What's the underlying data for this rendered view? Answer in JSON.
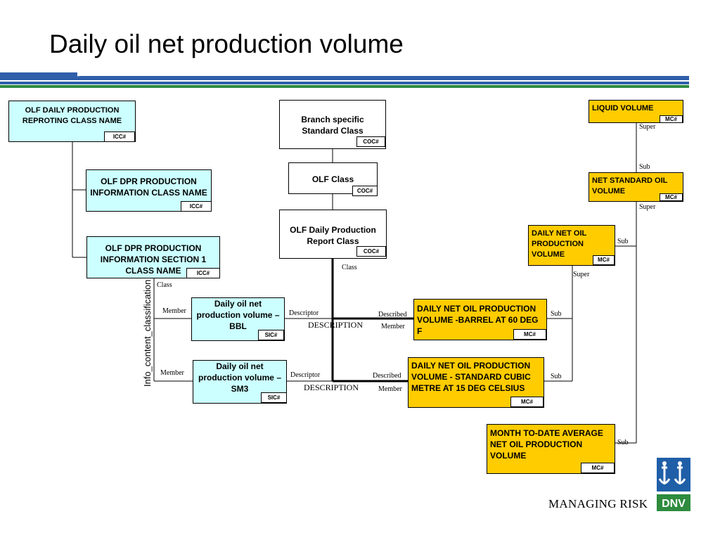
{
  "title": "Daily oil net production volume",
  "brand": {
    "tagline": "MANAGING RISK",
    "logo_text": "DNV"
  },
  "boxes": {
    "olf_daily": {
      "text": "OLF DAILY PRODUCTION REPROTING CLASS NAME",
      "tag": "ICC#"
    },
    "dpr_info": {
      "text": "OLF DPR PRODUCTION INFORMATION CLASS NAME",
      "tag": "ICC#"
    },
    "dpr_section": {
      "text": "OLF DPR PRODUCTION INFORMATION SECTION 1 CLASS NAME",
      "tag": "ICC#"
    },
    "branch": {
      "text": "Branch specific Standard Class",
      "tag": "COC#"
    },
    "olf_class": {
      "text": "OLF Class",
      "tag": "COC#"
    },
    "olf_dpr_class": {
      "text": "OLF Daily Production Report Class",
      "tag": "COC#"
    },
    "bbl": {
      "text": "Daily oil net production volume – BBL",
      "tag": "SIC#"
    },
    "sm3": {
      "text": "Daily oil net production volume – SM3",
      "tag": "SIC#"
    },
    "liquid": {
      "text": "LIQUID VOLUME",
      "tag": "MC#"
    },
    "net_std": {
      "text": "NET STANDARD OIL VOLUME",
      "tag": "MC#"
    },
    "daily_net": {
      "text": "DAILY NET OIL PRODUCTION VOLUME",
      "tag": "MC#"
    },
    "barrel": {
      "text": "DAILY NET OIL PRODUCTION VOLUME -BARREL AT 60 DEG F",
      "tag": "MC#"
    },
    "cubic": {
      "text": "DAILY NET OIL PRODUCTION VOLUME - STANDARD CUBIC METRE AT 15 DEG CELSIUS",
      "tag": "MC#"
    },
    "month": {
      "text": "MONTH TO-DATE AVERAGE NET OIL PRODUCTION VOLUME",
      "tag": "MC#"
    }
  },
  "labels": {
    "info_content": "Info_content_classification",
    "class": "Class",
    "member": "Member",
    "descriptor": "Descriptor",
    "described": "Described",
    "description": "DESCRIPTION",
    "super": "Super",
    "sub": "Sub"
  },
  "colors": {
    "header_blue": "#2f5fa8",
    "header_green": "#2e8b3e",
    "class_box": "#ccffff",
    "member_box": "#ffcc00",
    "logo_blue": "#1f5fa8",
    "logo_green": "#2e8b3e"
  }
}
